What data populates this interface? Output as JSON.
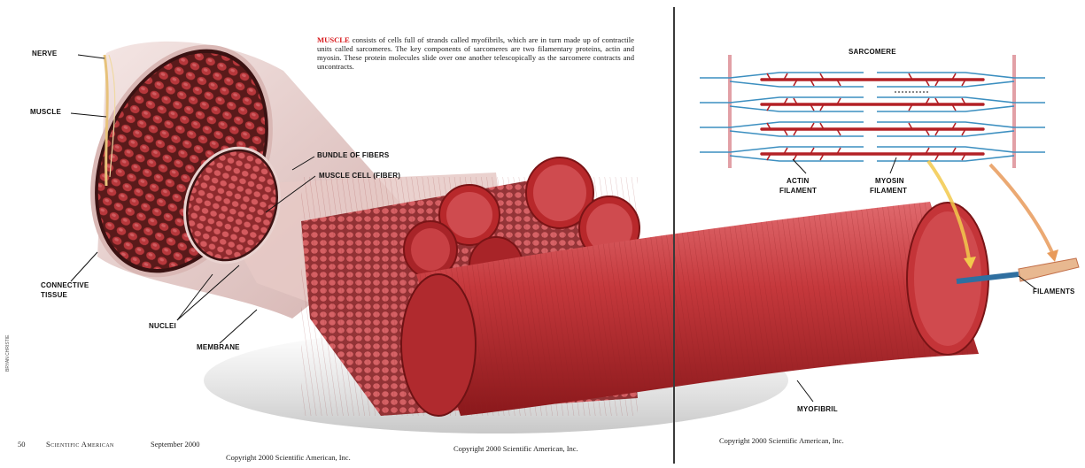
{
  "intro": {
    "lead": "MUSCLE",
    "body": " consists of cells full of strands called myofibrils, which are in turn made up of contractile units called sarcomeres. The key components of sarcomeres are two filamentary proteins, actin and myosin. These protein molecules slide over one another telescopically as the sarcomere contracts and uncontracts."
  },
  "labels": {
    "nerve": "NERVE",
    "muscle": "MUSCLE",
    "bundle": "BUNDLE OF FIBERS",
    "cell": "MUSCLE CELL (FIBER)",
    "connective_1": "CONNECTIVE",
    "connective_2": "TISSUE",
    "nuclei": "NUCLEI",
    "membrane": "MEMBRANE",
    "sarcomere": "SARCOMERE",
    "actin_1": "ACTIN",
    "actin_2": "FILAMENT",
    "myosin_1": "MYOSIN",
    "myosin_2": "FILAMENT",
    "filaments": "FILAMENTS",
    "myofibril": "MYOFIBRIL"
  },
  "footer": {
    "page_number": "50",
    "magazine": "Scientific American",
    "date": "September 2000",
    "copyright_left": "Copyright 2000 Scientific American, Inc.",
    "copyright_center": "Copyright 2000 Scientific American, Inc.",
    "copyright_right": "Copyright 2000 Scientific American, Inc.",
    "side_credit": "BRYAN CHRISTIE"
  },
  "colors": {
    "muscle_red": "#b8282b",
    "muscle_dark": "#7a1416",
    "tissue_pink": "#e8c4c0",
    "actin_blue": "#3c8fc0",
    "myosin_red": "#b32025",
    "z_line": "#e2a0a6",
    "arrow_yellow": "#f2c94c",
    "arrow_orange": "#e89a5a"
  }
}
